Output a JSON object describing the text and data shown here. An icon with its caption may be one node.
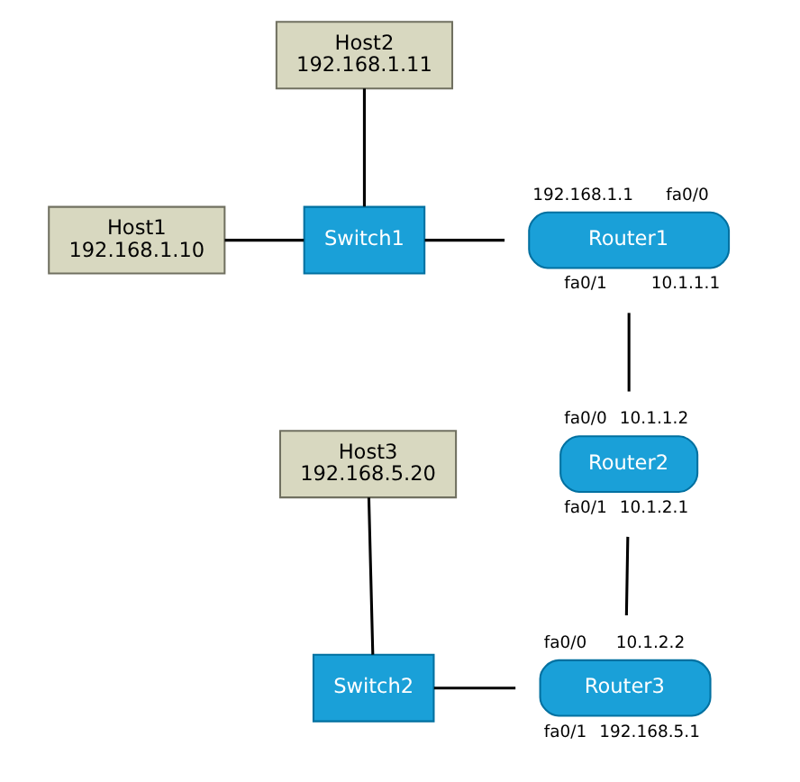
{
  "diagram": {
    "nodes": [
      {
        "text": [
          "Host2",
          "192.168.1.11"
        ]
      },
      {
        "text": [
          "Host1",
          "192.168.1.10"
        ]
      },
      {
        "text": [
          "Switch1"
        ]
      },
      {
        "text": [
          "Router1"
        ],
        "beside": [
          "192.168.1.1",
          "fa0/0",
          "fa0/1",
          "10.1.1.1"
        ]
      },
      {
        "text": [
          "Router2"
        ],
        "beside": [
          "fa0/0",
          "10.1.1.2",
          "fa0/1",
          "10.1.2.1"
        ]
      },
      {
        "text": [
          "Host3",
          "192.168.5.20"
        ]
      },
      {
        "text": [
          "Switch2"
        ]
      },
      {
        "text": [
          "Router3"
        ],
        "beside": [
          "fa0/0",
          "10.1.2.2",
          "fa0/1",
          "192.168.5.1"
        ]
      }
    ],
    "edges": [
      {
        "from": 1,
        "to": 2,
        "arrow": "none"
      },
      {
        "from": 0,
        "to": 2,
        "arrow": "none"
      },
      {
        "from": 2,
        "to": 3,
        "arrow": "none"
      },
      {
        "from": 3,
        "to": 4,
        "arrow": "none"
      },
      {
        "from": 4,
        "to": 7,
        "arrow": "none"
      },
      {
        "from": 5,
        "to": 6,
        "arrow": "none"
      },
      {
        "from": 6,
        "to": 7,
        "arrow": "none"
      }
    ]
  }
}
